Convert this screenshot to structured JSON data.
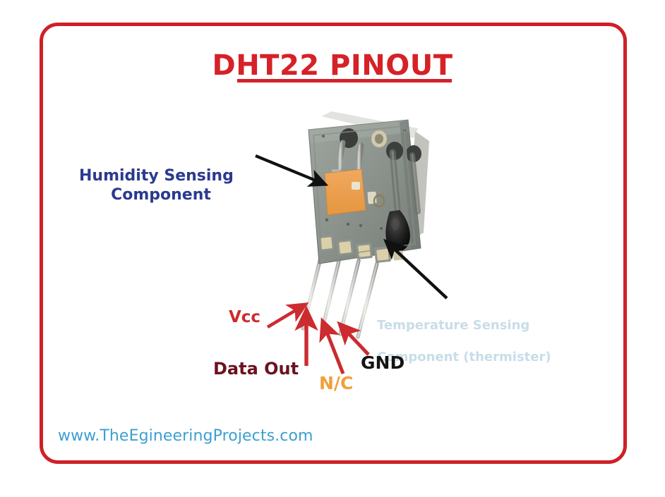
{
  "page": {
    "title": "DHT22 PINOUT",
    "background_color": "#ffffff",
    "frame_color": "#cf2027",
    "title_color": "#d62128"
  },
  "labels": {
    "humidity": {
      "line1": "Humidity Sensing",
      "line2": "Component",
      "color": "#2b3a8f"
    },
    "temperature": {
      "line1": "Temperature Sensing",
      "line2": "Component (thermister)",
      "color": "#c8dde8"
    },
    "vcc": {
      "text": "Vcc",
      "color": "#cc2b30"
    },
    "data_out": {
      "text": "Data Out",
      "color": "#6b1221"
    },
    "nc": {
      "text": "N/C",
      "color": "#f0a03c"
    },
    "gnd": {
      "text": "GND",
      "color": "#141414"
    }
  },
  "footer": {
    "url": "www.TheEgineeringProjects.com",
    "color": "#3d9fd1"
  },
  "diagram": {
    "device": "DHT22 temperature and humidity sensor module",
    "pin_count": 4,
    "pin_order_left_to_right": [
      "Vcc",
      "Data Out",
      "N/C",
      "GND"
    ],
    "callouts": [
      {
        "name": "humidity-callout",
        "target": "orange humidity sensing element",
        "arrow_color": "#111111"
      },
      {
        "name": "temperature-callout",
        "target": "black thermistor bead",
        "arrow_color": "#111111"
      },
      {
        "name": "vcc-callout",
        "target": "pin 1",
        "arrow_color": "#cc2b30"
      },
      {
        "name": "data-out-callout",
        "target": "pin 2",
        "arrow_color": "#cc2b30"
      },
      {
        "name": "nc-callout",
        "target": "pin 3",
        "arrow_color": "#cc2b30"
      },
      {
        "name": "gnd-callout",
        "target": "pin 4",
        "arrow_color": "#cc2b30"
      }
    ]
  }
}
